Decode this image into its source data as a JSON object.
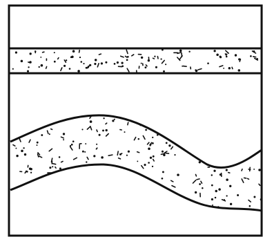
{
  "diagram": {
    "description_free": true,
    "colors": {
      "ink": "#111111",
      "paper": "#ffffff"
    },
    "elements": [
      {
        "name": "outer-frame",
        "kind": "rectangle-outline"
      },
      {
        "name": "horizontal-stippled-band",
        "kind": "flat-layer",
        "fill": "stipple"
      },
      {
        "name": "wavy-stippled-band",
        "kind": "folded-layer",
        "fill": "stipple"
      }
    ]
  }
}
